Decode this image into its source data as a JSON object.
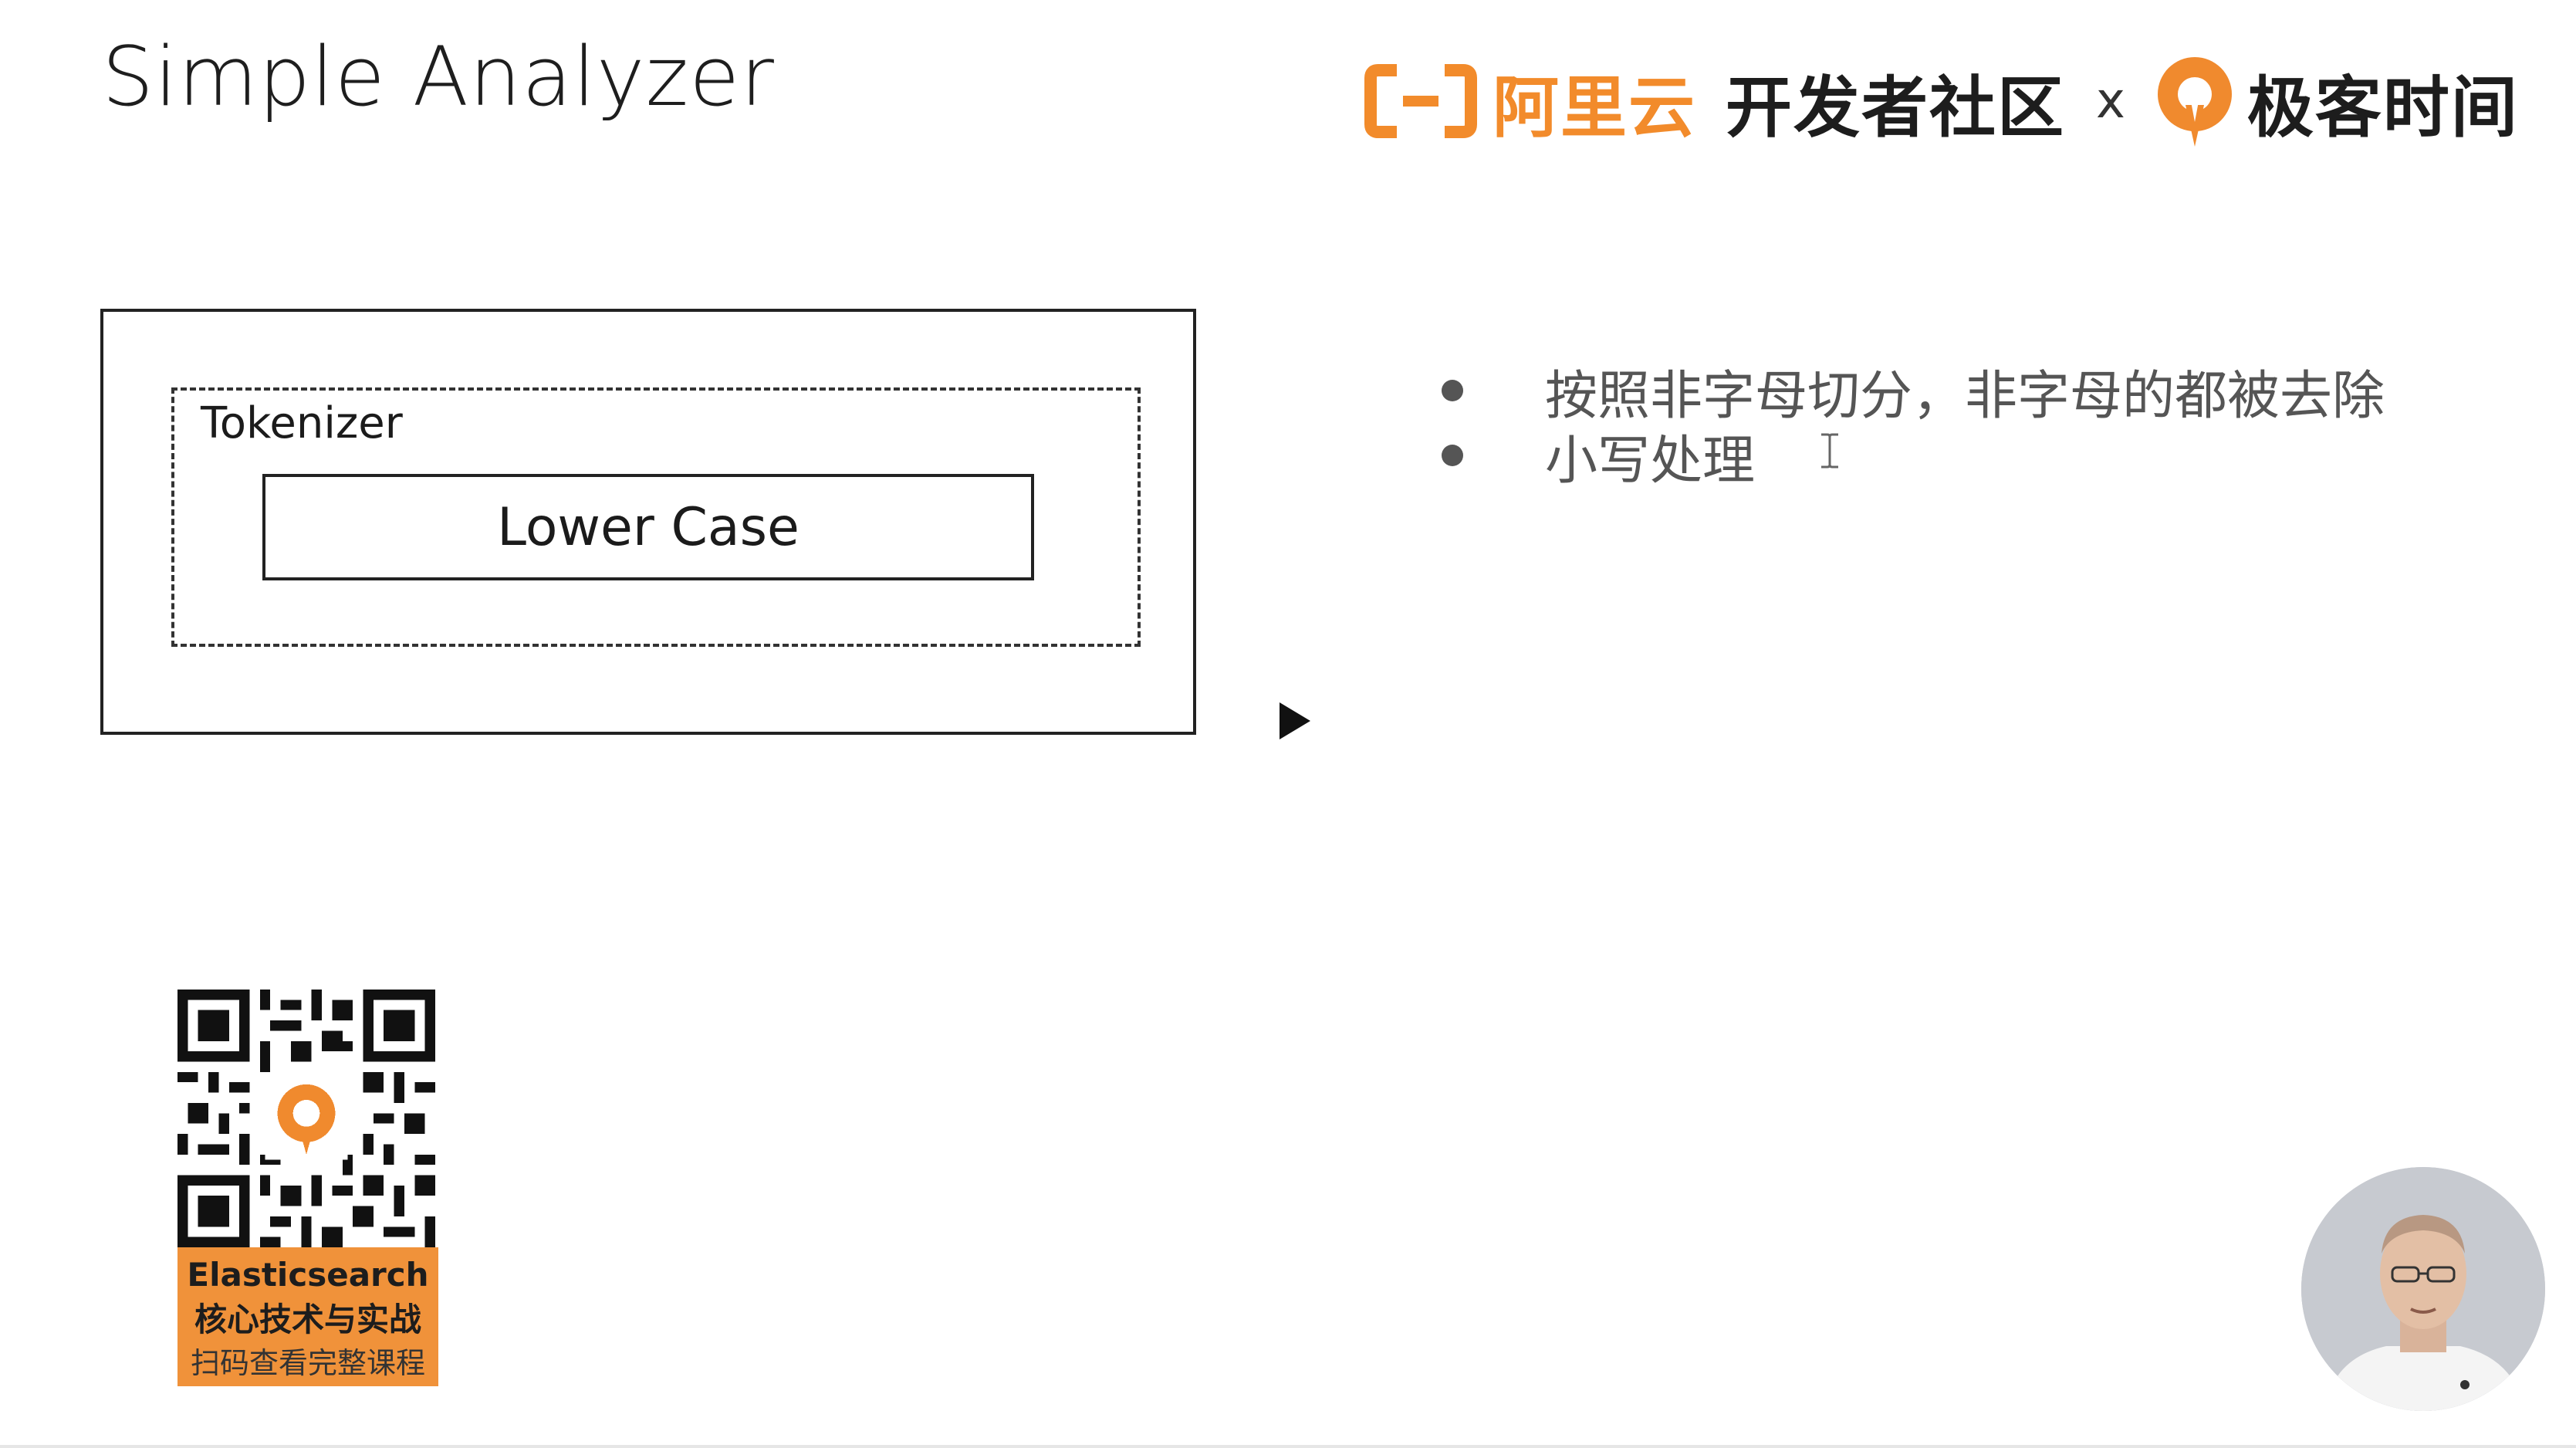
{
  "slide": {
    "title": "Simple Analyzer"
  },
  "header": {
    "aliyun_text": "阿里云",
    "dev_community_text": "开发者社区",
    "cross": "x",
    "geek_text": "极客时间",
    "colors": {
      "aliyun_orange": "#f28b2b",
      "geek_orange": "#f08a2e"
    }
  },
  "diagram": {
    "tokenizer_label": "Tokenizer",
    "lowercase_label": "Lower Case"
  },
  "bullets": [
    "按照非字母切分，非字母的都被去除",
    "小写处理"
  ],
  "qr": {
    "line1": "Elasticsearch",
    "line2": "核心技术与实战",
    "line3": "扫码查看完整课程"
  },
  "icons": {
    "play": "play-icon",
    "cursor": "text-cursor-icon",
    "aliyun": "aliyun-logo-icon",
    "geek": "geektime-logo-icon"
  }
}
